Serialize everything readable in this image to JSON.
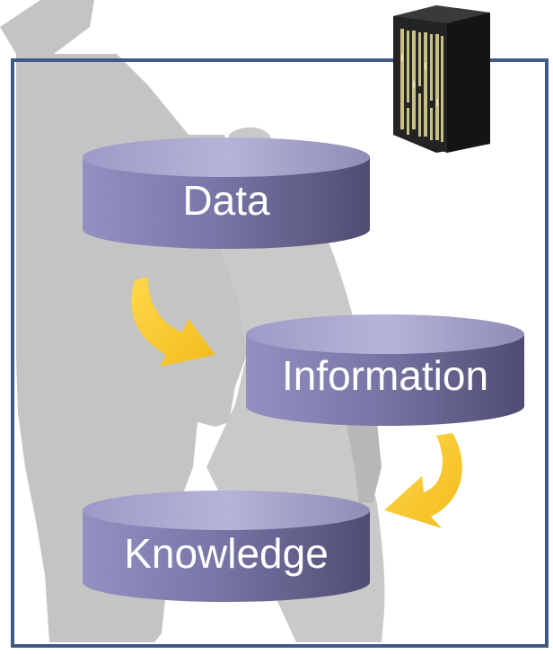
{
  "stages": [
    {
      "id": "data",
      "label": "Data"
    },
    {
      "id": "information",
      "label": "Information"
    },
    {
      "id": "knowledge",
      "label": "Knowledge"
    }
  ],
  "colors": {
    "frame": "#3f5a84",
    "silhouette": "#c2c2c2",
    "disk_top_light": "#b3b2d3",
    "disk_body_dark": "#5b587f",
    "disk_body_light": "#8d8ab9",
    "arrow": "#f6c62a",
    "server": "#1a1a1a",
    "server_blade": "#c8bf84"
  },
  "icons": [
    "person-silhouette-icon",
    "server-rack-icon",
    "curved-arrow-icon"
  ]
}
